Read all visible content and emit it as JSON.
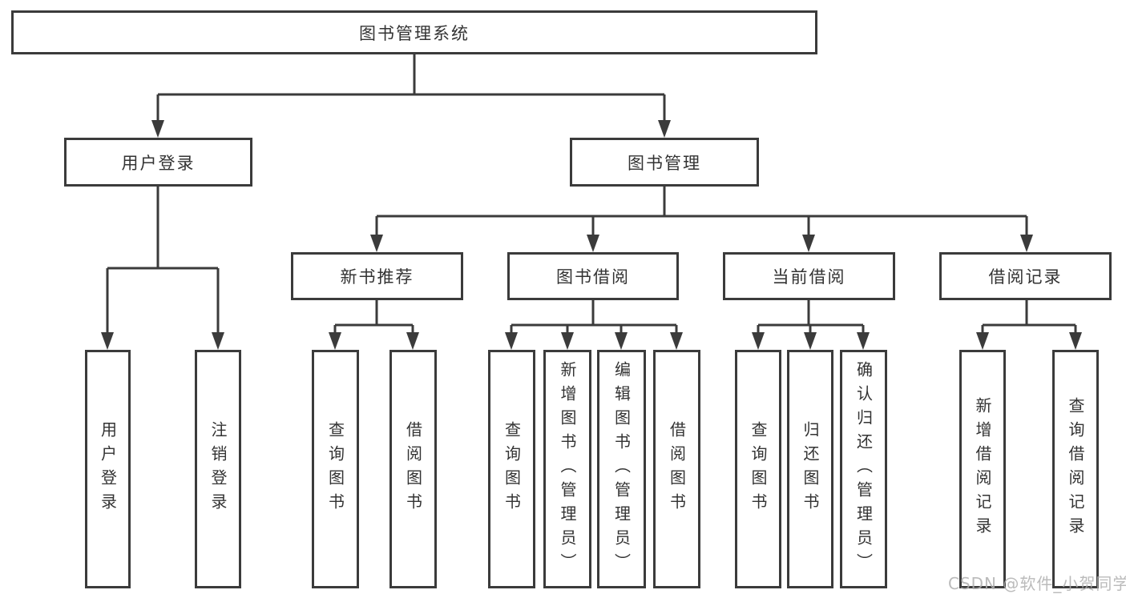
{
  "tree": {
    "root": "图书管理系统",
    "branches": [
      {
        "label": "用户登录",
        "leaves": [
          "用户登录",
          "注销登录"
        ]
      },
      {
        "label": "图书管理",
        "groups": [
          {
            "label": "新书推荐",
            "leaves": [
              "查询图书",
              "借阅图书"
            ]
          },
          {
            "label": "图书借阅",
            "leaves": [
              "查询图书",
              "新增图书（管理员）",
              "编辑图书（管理员）",
              "借阅图书"
            ]
          },
          {
            "label": "当前借阅",
            "leaves": [
              "查询图书",
              "归还图书",
              "确认归还（管理员）"
            ]
          },
          {
            "label": "借阅记录",
            "leaves": [
              "新增借阅记录",
              "查询借阅记录"
            ]
          }
        ]
      }
    ]
  },
  "watermark": "CSDN @软件_小贺同学",
  "colors": {
    "line": "#3b3b3b",
    "box_border": "#3b3b3b",
    "box_background": "#ffffff",
    "text": "#333333",
    "watermark": "#c8c8c8",
    "page_background": "#ffffff"
  }
}
